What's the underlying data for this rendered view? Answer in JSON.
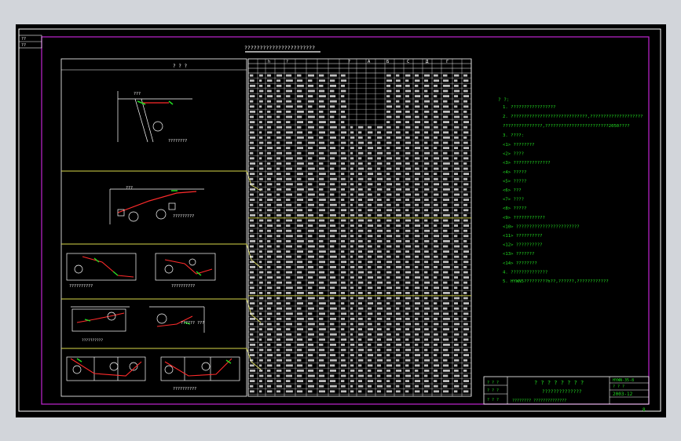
{
  "title_top": "???????????????????????",
  "drawing_panel_header": "? ? ?",
  "table_header": {
    "h_col": "h",
    "group_letters": [
      "A",
      "Б",
      "С",
      "Д",
      "Г"
    ],
    "q_col": "?"
  },
  "notes": {
    "heading": "? ?:",
    "items": [
      "1. ?????????????????",
      "2. ?????????????????????????????,????????????????????",
      "   ???????????????,????????????????????????2050????",
      "3. ????:"
    ],
    "symbols": [
      "<1>  ????????",
      "<2>  ????",
      "<3>  ??????????????",
      "<4>  ?????",
      "<5>  ?????",
      "<6>  ???",
      "<7>  ????",
      "<8>  ?????",
      "<9>  ????????????",
      "<10> ????????????????????????",
      "<11> ??????????",
      "<12> ??????????",
      "<13> ???????",
      "<14> ????????",
      "4. ??????????????",
      "5. HYWN5?????????h??,??????,????????????"
    ]
  },
  "title_block": {
    "main_title": "? ? ? ? ? ? ? ?",
    "sub_title": "??????????????",
    "bottom_line": "????????  ??????????????",
    "code": "HYWN-35-8",
    "date": "2003-12",
    "sheet_no": "8"
  },
  "left_labels": [
    "??",
    "??"
  ]
}
